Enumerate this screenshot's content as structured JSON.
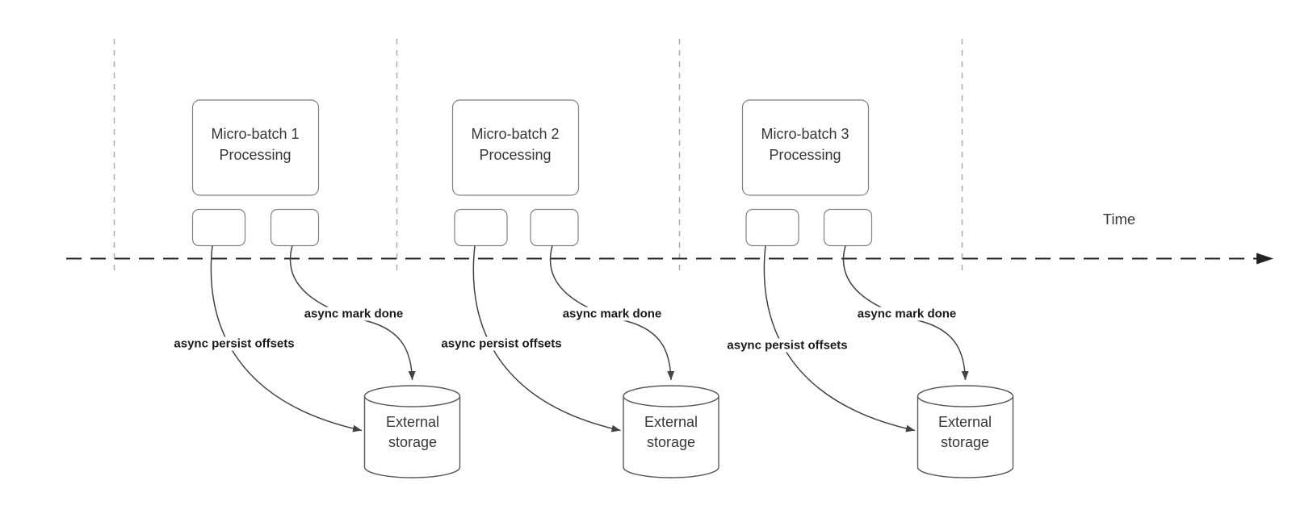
{
  "diagram": {
    "time_axis": {
      "label": "Time"
    },
    "groups": [
      {
        "node_label": "Micro-batch 1\nProcessing",
        "persist_label": "async persist offsets",
        "done_label": "async mark done",
        "storage_label": "External\nstorage"
      },
      {
        "node_label": "Micro-batch 2\nProcessing",
        "persist_label": "async persist offsets",
        "done_label": "async mark done",
        "storage_label": "External\nstorage"
      },
      {
        "node_label": "Micro-batch 3\nProcessing",
        "persist_label": "async persist offsets",
        "done_label": "async mark done",
        "storage_label": "External\nstorage"
      }
    ],
    "colors": {
      "guide_line": "#ababab",
      "time_axis": "#1f2226",
      "shape_stroke": "#7d8288",
      "cylinder_stroke": "#55595f",
      "arrow": "#3e434a",
      "node_text": "#33383e",
      "edge_label_text": "#17191d",
      "background": "#ffffff"
    }
  }
}
